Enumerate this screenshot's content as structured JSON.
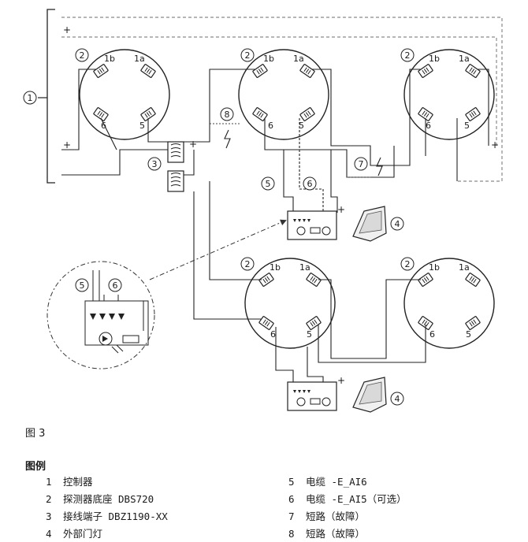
{
  "callouts": {
    "c1": "1",
    "c2": "2",
    "c3": "3",
    "c4": "4",
    "c5": "5",
    "c6": "6",
    "c7": "7",
    "c8": "8"
  },
  "terminals": {
    "t1b": "1b",
    "t1a": "1a",
    "t6": "6",
    "t5": "5"
  },
  "polarity": {
    "plus": "+"
  },
  "figure": {
    "caption": "图 3"
  },
  "legend": {
    "title": "图例",
    "items": [
      {
        "num": "1",
        "text": "控制器"
      },
      {
        "num": "2",
        "text": "探测器底座 DBS720"
      },
      {
        "num": "3",
        "text": "接线端子 DBZ1190-XX"
      },
      {
        "num": "4",
        "text": "外部门灯"
      },
      {
        "num": "5",
        "text": "电缆 -E_AI6"
      },
      {
        "num": "6",
        "text": "电缆 -E_AI5（可选）"
      },
      {
        "num": "7",
        "text": "短路（故障）"
      },
      {
        "num": "8",
        "text": "短路（故障）"
      }
    ]
  }
}
